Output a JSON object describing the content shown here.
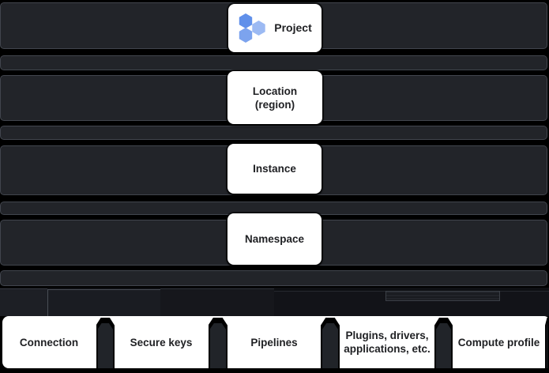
{
  "hierarchy": {
    "levels": [
      {
        "id": "project",
        "label": "Project",
        "icon": "hexagon-cluster-icon"
      },
      {
        "id": "location",
        "label": "Location (region)",
        "line1": "Location",
        "line2": "(region)"
      },
      {
        "id": "instance",
        "label": "Instance"
      },
      {
        "id": "namespace",
        "label": "Namespace"
      }
    ],
    "namespace_children": [
      {
        "id": "connection",
        "label": "Connection"
      },
      {
        "id": "secure-keys",
        "label": "Secure keys"
      },
      {
        "id": "pipelines",
        "label": "Pipelines"
      },
      {
        "id": "plugins",
        "label": "Plugins, drivers, applications, etc.",
        "line1": "Plugins, drivers,",
        "line2": "applications, etc."
      },
      {
        "id": "compute-profile",
        "label": "Compute profile"
      }
    ]
  },
  "colors": {
    "page_background": "#000000",
    "band_fill": "#222429",
    "band_border": "#41454d",
    "node_fill": "#ffffff",
    "node_text": "#202124",
    "hexagon_blue_primary": "#6090ea",
    "hexagon_blue_light": "#9cbaf3",
    "hexagon_blue_mid": "#7ca3ee"
  }
}
